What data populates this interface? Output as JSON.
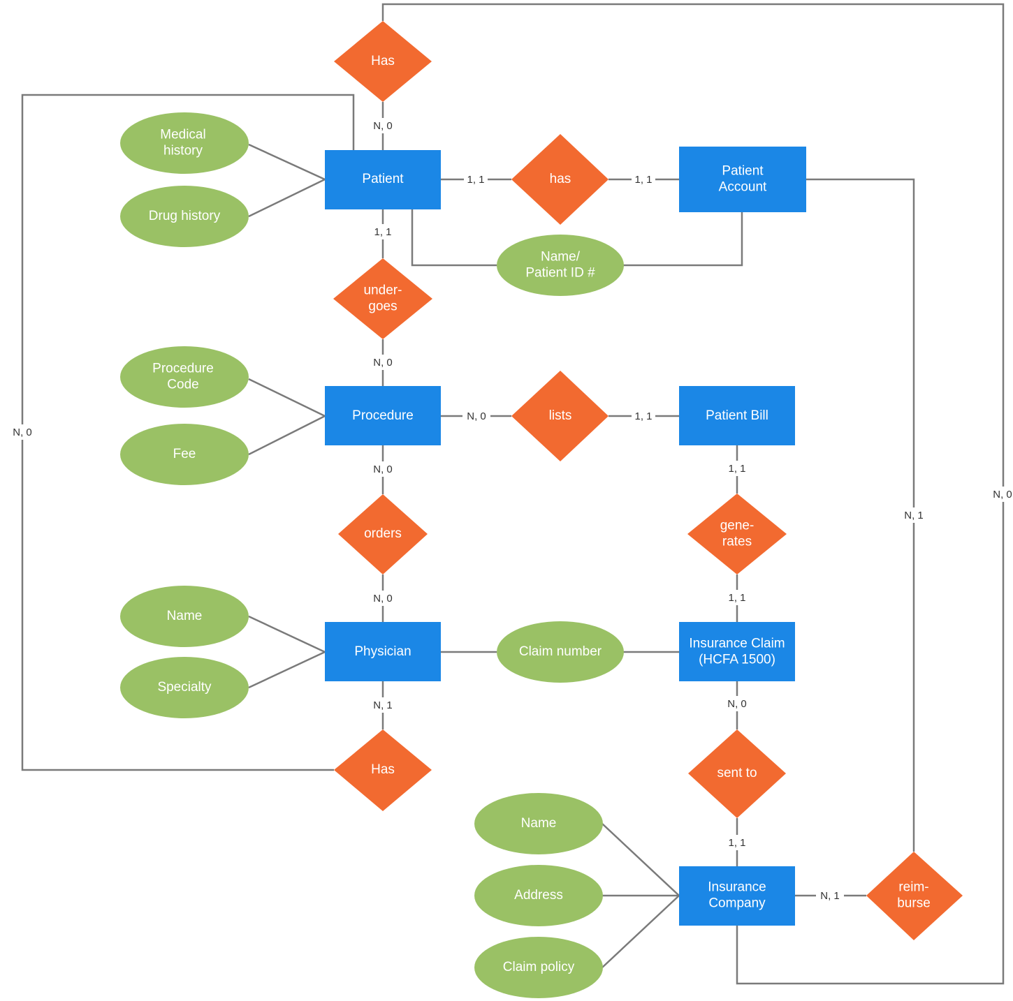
{
  "colors": {
    "entity": "#1b87e6",
    "relationship": "#f26a30",
    "attribute": "#9ac165",
    "line": "#7a7a7a",
    "label": "#333333"
  },
  "entities": {
    "patient": [
      "Patient"
    ],
    "patient_account": [
      "Patient",
      "Account"
    ],
    "procedure": [
      "Procedure"
    ],
    "patient_bill": [
      "Patient Bill"
    ],
    "physician": [
      "Physician"
    ],
    "insurance_claim": [
      "Insurance Claim",
      "(HCFA 1500)"
    ],
    "insurance_company": [
      "Insurance",
      "Company"
    ]
  },
  "relationships": {
    "has_top": [
      "Has"
    ],
    "has_account": [
      "has"
    ],
    "undergoes": [
      "under-",
      "goes"
    ],
    "lists": [
      "lists"
    ],
    "orders": [
      "orders"
    ],
    "generates": [
      "gene-",
      "rates"
    ],
    "has_bottom": [
      "Has"
    ],
    "sent_to": [
      "sent to"
    ],
    "reimburse": [
      "reim-",
      "burse"
    ]
  },
  "attributes": {
    "medical_history": [
      "Medical",
      "history"
    ],
    "drug_history": [
      "Drug history"
    ],
    "name_patient_id": [
      "Name/",
      "Patient ID #"
    ],
    "procedure_code": [
      "Procedure",
      "Code"
    ],
    "fee": [
      "Fee"
    ],
    "physician_name": [
      "Name"
    ],
    "specialty": [
      "Specialty"
    ],
    "claim_number": [
      "Claim number"
    ],
    "company_name": [
      "Name"
    ],
    "address": [
      "Address"
    ],
    "claim_policy": [
      "Claim policy"
    ]
  },
  "cardinalities": {
    "patient_has_top": "N, 0",
    "patient_has_account": "1, 1",
    "account_has": "1, 1",
    "patient_undergoes": "1, 1",
    "procedure_undergoes": "N, 0",
    "procedure_lists": "N, 0",
    "bill_lists": "1, 1",
    "procedure_orders": "N, 0",
    "physician_orders": "N, 0",
    "bill_generates": "1, 1",
    "claim_generates": "1, 1",
    "physician_has_bottom": "N, 1",
    "claim_sent_to": "N, 0",
    "company_sent_to": "1, 1",
    "company_reimburse": "N, 1",
    "account_reimburse": "N, 1",
    "left_loop": "N, 0",
    "right_loop": "N, 0"
  }
}
